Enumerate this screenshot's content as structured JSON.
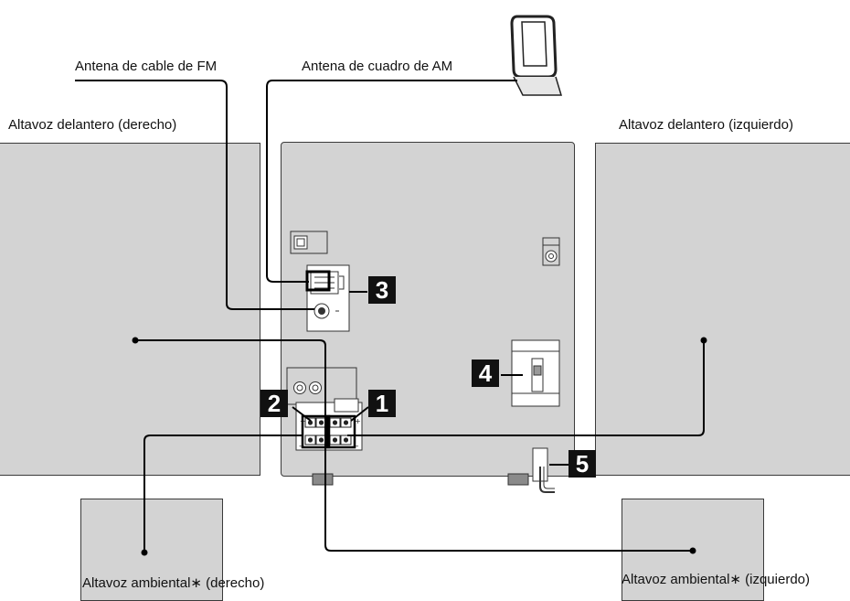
{
  "labels": {
    "fm_antenna": "Antena de cable de FM",
    "am_antenna": "Antena de cuadro de AM",
    "front_right": "Altavoz delantero (derecho)",
    "front_left": "Altavoz delantero (izquierdo)",
    "surround_right": "Altavoz ambiental∗ (derecho)",
    "surround_left": "Altavoz ambiental∗ (izquierdo)"
  },
  "badges": {
    "one": "1",
    "two": "2",
    "three": "3",
    "four": "4",
    "five": "5"
  },
  "colors": {
    "panel": "#d3d3d3",
    "badge": "#111111",
    "line": "#000000"
  }
}
